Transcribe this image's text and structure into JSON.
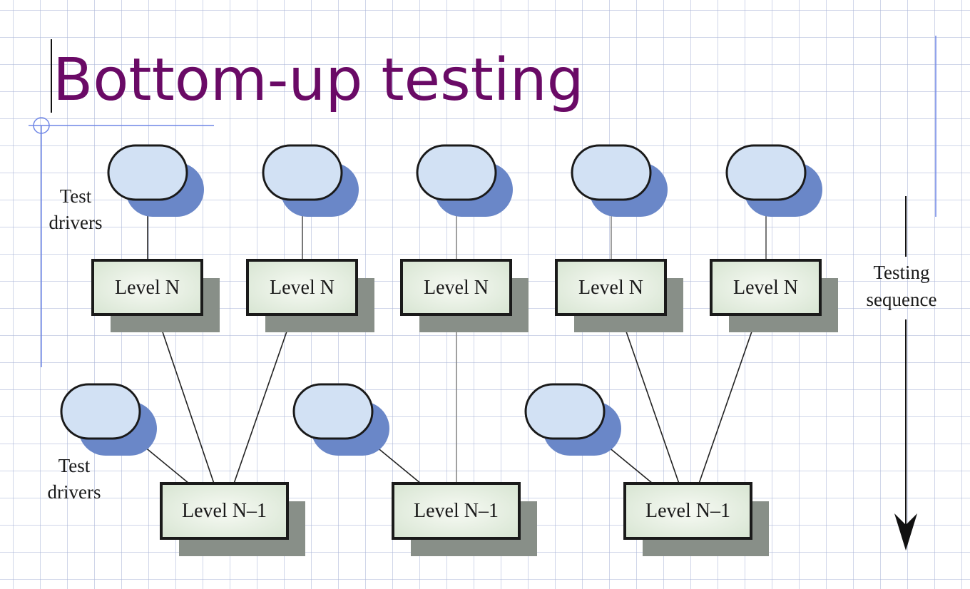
{
  "slide": {
    "title": "Bottom-up testing"
  },
  "labels": {
    "test_drivers_top": [
      "Test",
      "drivers"
    ],
    "test_drivers_bottom": [
      "Test",
      "drivers"
    ],
    "testing_sequence": [
      "Testing",
      "sequence"
    ]
  },
  "nodes": {
    "level_n": [
      "Level N",
      "Level N",
      "Level N",
      "Level N",
      "Level N"
    ],
    "level_n_minus_1": [
      "Level N–1",
      "Level N–1",
      "Level N–1"
    ]
  },
  "colors": {
    "title": "#6a0a66",
    "driver_fill": "#d2e1f4",
    "driver_shadow": "#6a87c8",
    "module_fill": "#e6efe2",
    "module_shadow": "#888f88",
    "outline": "#1a1a1a",
    "accent_line": "#6f86e6"
  }
}
